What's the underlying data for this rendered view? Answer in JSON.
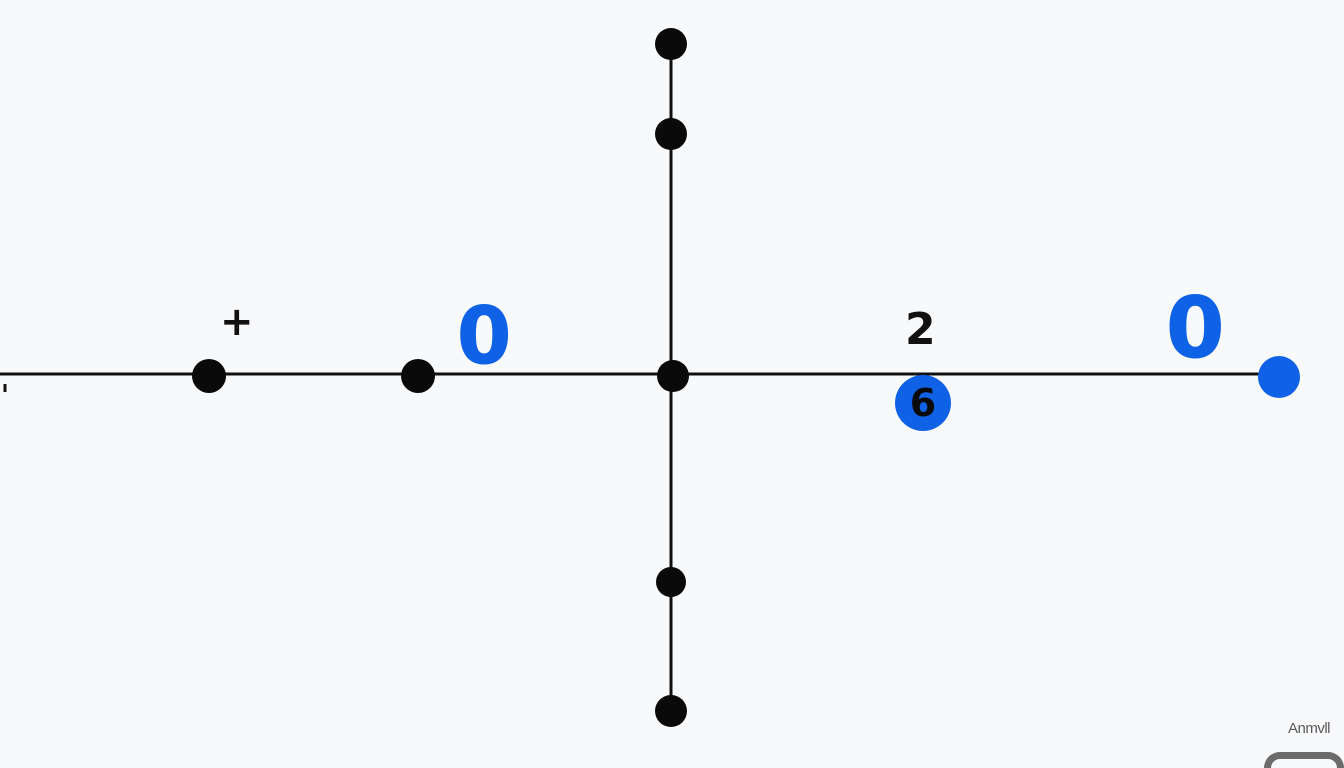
{
  "labels": {
    "plus": "+",
    "zero_left": "0",
    "two": "2",
    "zero_right": "0",
    "six": "6"
  },
  "watermark": {
    "text": "Anmvll"
  },
  "colors": {
    "background": "#f8f9fb",
    "line": "#111111",
    "node": "#0a0a0a",
    "accent_blue": "#0f62e6"
  }
}
